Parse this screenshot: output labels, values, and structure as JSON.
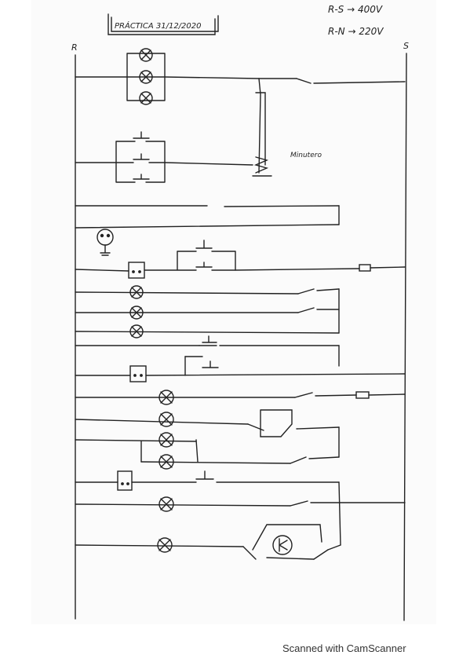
{
  "header": {
    "title": "PRÁCTICA 31/12/2020",
    "voltage_rs": "R-S → 400V",
    "voltage_rn": "R-N → 220V"
  },
  "rails": {
    "left_label": "R",
    "right_label": "S"
  },
  "annotations": {
    "timer_label": "Minutero"
  },
  "footer": {
    "scanner_text": "Scanned with CamScanner"
  },
  "colors": {
    "ink": "#222222",
    "paper": "#fbfbfb"
  }
}
